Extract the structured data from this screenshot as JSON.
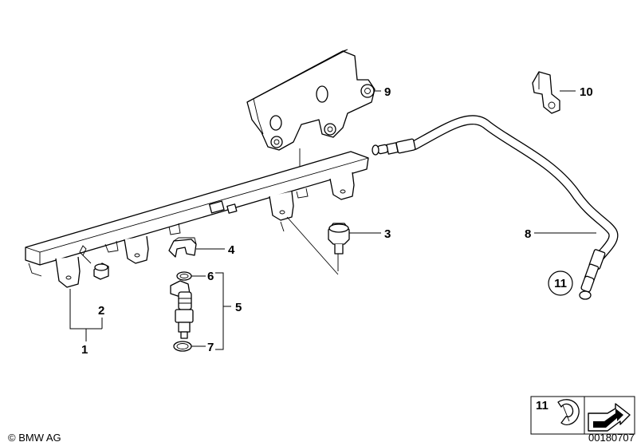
{
  "callouts": {
    "c1": "1",
    "c2": "2",
    "c3": "3",
    "c4": "4",
    "c5": "5",
    "c6": "6",
    "c7": "7",
    "c8": "8",
    "c9": "9",
    "c10": "10",
    "c11": "11"
  },
  "legend_box": {
    "label": "11"
  },
  "footer": {
    "copyright": "© BMW AG",
    "drawing_number": "00180707"
  },
  "icons": [
    "fuel-rail",
    "mounting-bracket",
    "clip",
    "bolt",
    "fuel-injector",
    "seal-ring",
    "fuel-hose",
    "holder",
    "cap",
    "direction-arrow"
  ]
}
